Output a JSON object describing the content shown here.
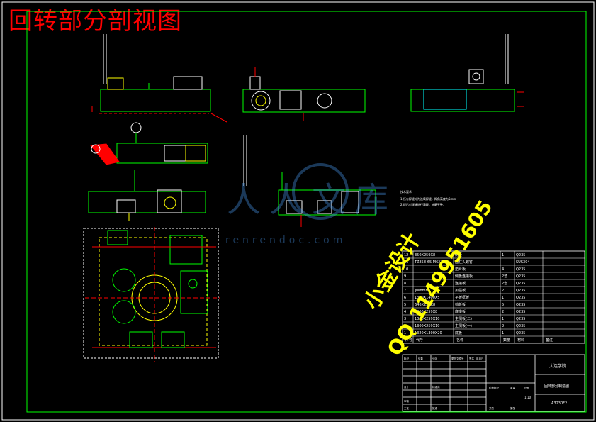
{
  "title": "回转部分剖视图",
  "watermark": {
    "site_cn": "人人文库",
    "site_url": "renrendoc.com",
    "line1": "小金设计",
    "line2": "QQ 1149951605"
  },
  "notes": [
    "技术要求",
    "1.所有焊缝均为连续焊缝，焊角高度为5mm.",
    "2.焊后对焊缝进行清理，修磨平整."
  ],
  "bom": {
    "rows": [
      {
        "no": "12",
        "code": "350X259X8",
        "name": "侧板",
        "qty": "1",
        "material": "Q235"
      },
      {
        "no": "11",
        "code": "TZ858-65 M6X25",
        "name": "圆柱头螺钉",
        "qty": "",
        "material": "SUS304"
      },
      {
        "no": "10",
        "code": "",
        "name": "垫片板",
        "qty": "4",
        "material": "Q235"
      },
      {
        "no": "9",
        "code": "",
        "name": "侧板连接板",
        "qty": "2套",
        "material": "Q235"
      },
      {
        "no": "8",
        "code": "",
        "name": "连接板",
        "qty": "2套",
        "material": "Q235"
      },
      {
        "no": "7",
        "code": "φ=8mm",
        "name": "加强板",
        "qty": "2",
        "material": "Q235"
      },
      {
        "no": "6",
        "code": "1360X1400X5",
        "name": "平板框板",
        "qty": "1",
        "material": "Q235"
      },
      {
        "no": "5",
        "code": "646X259X8",
        "name": "档板板",
        "qty": "5",
        "material": "Q235"
      },
      {
        "no": "4",
        "code": "1360X259X8",
        "name": "底座板",
        "qty": "2",
        "material": "Q235"
      },
      {
        "no": "3",
        "code": "1300X259X10",
        "name": "主侧板(二)",
        "qty": "1",
        "material": "Q235"
      },
      {
        "no": "2",
        "code": "1300X259X10",
        "name": "主侧板(一)",
        "qty": "2",
        "material": "Q235"
      },
      {
        "no": "1",
        "code": "1320X1300X20",
        "name": "底板",
        "qty": "1",
        "material": "Q235"
      }
    ],
    "header": {
      "no": "序号",
      "code": "代号",
      "name": "名称",
      "qty": "数量",
      "material": "材料",
      "remark": "备注"
    }
  },
  "title_block": {
    "school": "大连学院",
    "drawing_name": "回转部分制造图",
    "code": "A3230F2",
    "scale": "1:10",
    "labels": [
      "标记",
      "处数",
      "分区",
      "更改文件号",
      "签名",
      "年月日",
      "设计",
      "标准化",
      "审核",
      "工艺",
      "批准",
      "阶段标记",
      "重量",
      "比例",
      "共张",
      "第张"
    ]
  },
  "colors": {
    "background": "#000000",
    "frame": "#00ff00",
    "title": "#ff0000",
    "text": "#ffffff",
    "wm": "#ffff00",
    "cyan": "#00ffff"
  }
}
